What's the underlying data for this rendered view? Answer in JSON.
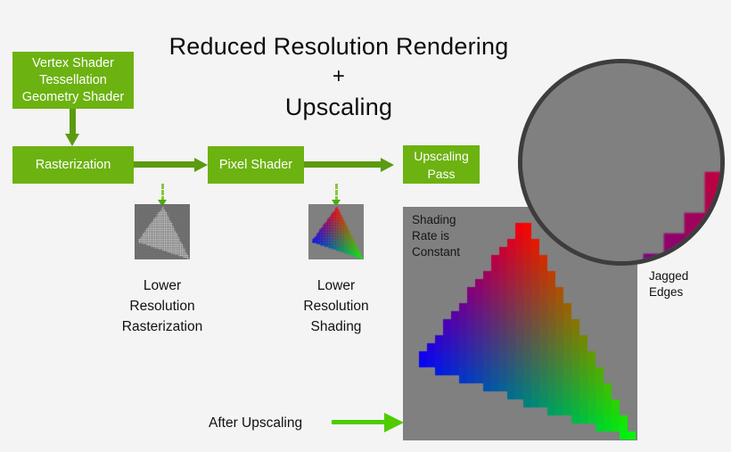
{
  "title": {
    "line1": "Reduced Resolution Rendering",
    "plus": "+",
    "line2": "Upscaling"
  },
  "pipeline": {
    "vertex_stage": {
      "line1": "Vertex Shader",
      "line2": "Tessellation",
      "line3": "Geometry Shader"
    },
    "rasterization": "Rasterization",
    "pixel_shader": "Pixel Shader",
    "upscaling_pass": {
      "line1": "Upscaling",
      "line2": "Pass"
    }
  },
  "thumbnails": {
    "rasterization_caption": {
      "line1": "Lower",
      "line2": "Resolution",
      "line3": "Rasterization"
    },
    "shading_caption": {
      "line1": "Lower",
      "line2": "Resolution",
      "line3": "Shading"
    }
  },
  "panel": {
    "note": {
      "line1": "Shading",
      "line2": "Rate is",
      "line3": "Constant"
    }
  },
  "magnifier": {
    "caption": {
      "line1": "Jagged",
      "line2": "Edges"
    }
  },
  "after_upscaling": {
    "label": "After Upscaling"
  },
  "colors": {
    "brand_green": "#6cb211",
    "connector_green": "#5b9b0f",
    "dashed_green": "#8cc63f",
    "arrow_green": "#4ecc00",
    "panel_gray": "#808080",
    "magnifier_border": "#3d3d3d",
    "background": "#f4f4f4",
    "text_dark": "#111111",
    "text_light": "#ffffff",
    "triangle_vertex_top": "#ff0000",
    "triangle_vertex_left": "#0000ff",
    "triangle_vertex_right": "#00ff00"
  },
  "triangle_geometry": {
    "description": "Gouraud-shaded triangle with red apex, blue left vertex, green lower-right vertex",
    "vertex_top": [
      0.52,
      0.05
    ],
    "vertex_left": [
      0.05,
      0.68
    ],
    "vertex_right": [
      1.0,
      1.0
    ]
  }
}
